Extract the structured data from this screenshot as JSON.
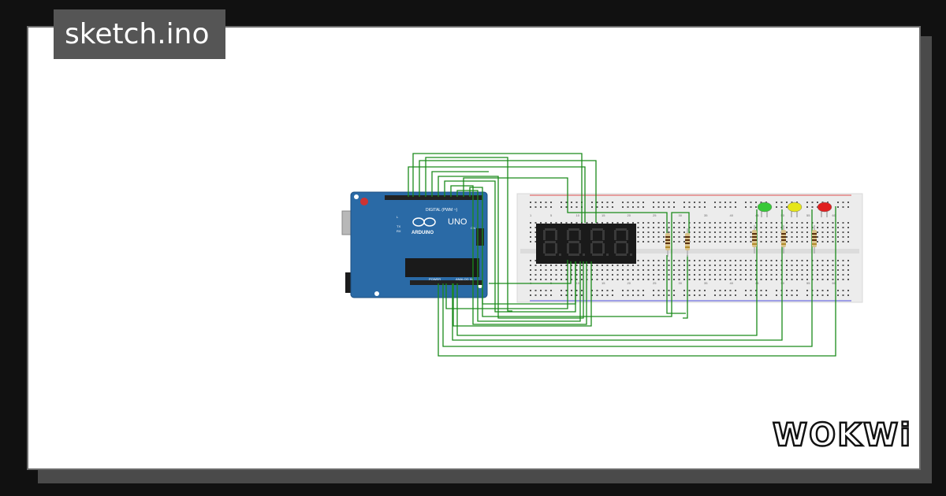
{
  "window": {
    "title": "sketch.ino"
  },
  "arduino": {
    "brand": "ARDUINO",
    "model": "UNO",
    "digital_header": "DIGITAL (PWM ~)",
    "power_header": "POWER",
    "analog_header": "ANALOG IN",
    "tx_label": "TX",
    "rx_label": "RX",
    "on_label": "ON",
    "l_label": "L"
  },
  "display": {
    "digits": [
      "8",
      "8",
      "8",
      "8"
    ]
  },
  "breadboard": {
    "column_numbers": [
      "1",
      "5",
      "10",
      "15",
      "20",
      "25",
      "30",
      "35",
      "40",
      "45",
      "50",
      "55",
      "60"
    ]
  },
  "leds": [
    {
      "name": "green",
      "color": "#37c837"
    },
    {
      "name": "yellow",
      "color": "#e6e619"
    },
    {
      "name": "red",
      "color": "#e02020"
    }
  ],
  "colors": {
    "wire": "#1a8a1a",
    "board": "#2a6aa6",
    "breadboard": "#ececec"
  },
  "brand": {
    "logo_text": "WOKWi"
  }
}
